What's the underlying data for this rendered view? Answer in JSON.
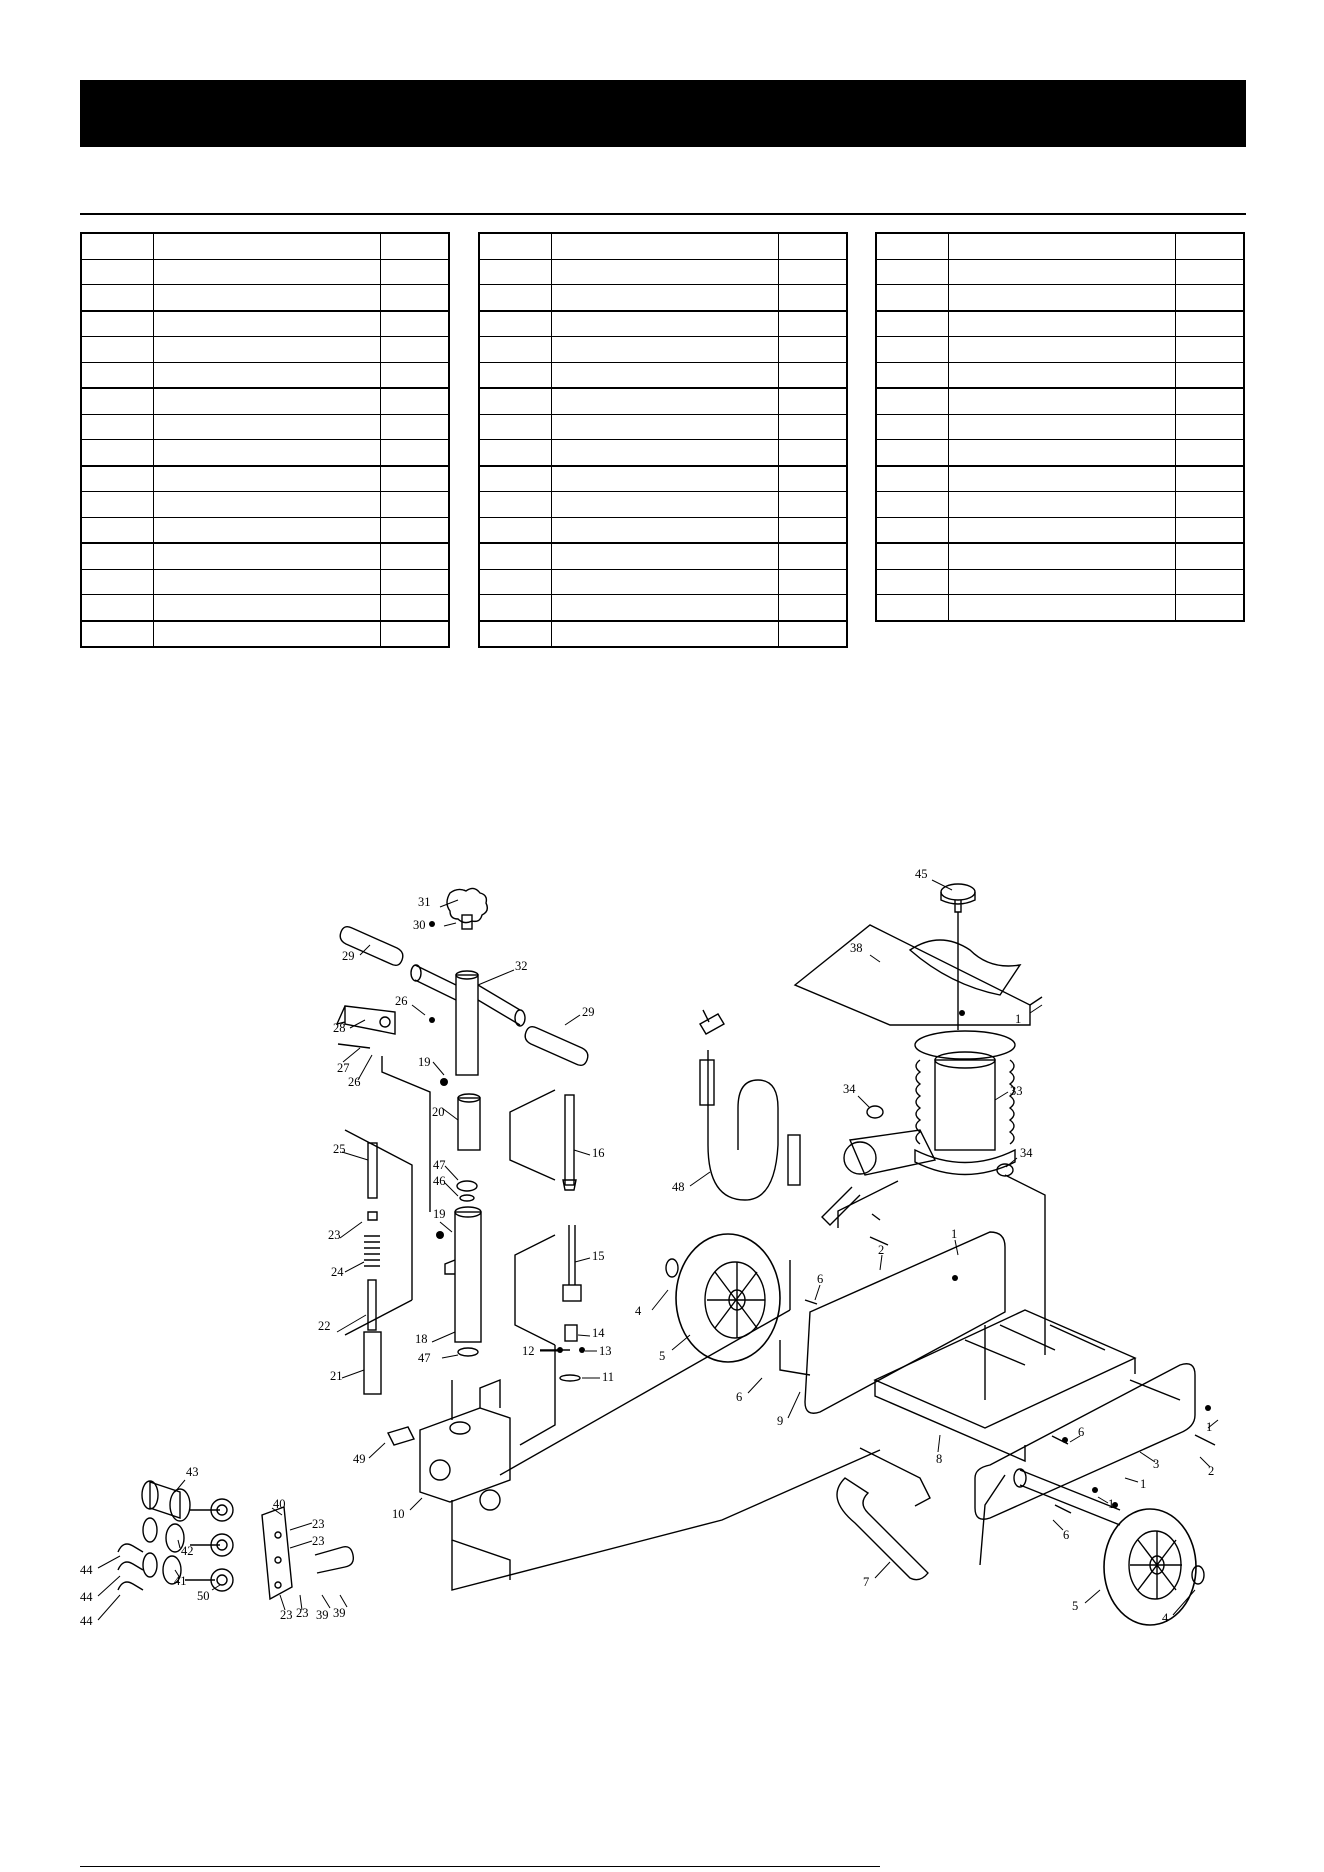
{
  "header": {
    "title": ""
  },
  "tables": [
    {
      "rows": 16
    },
    {
      "rows": 16
    },
    {
      "rows": 15
    }
  ],
  "callouts": [
    {
      "id": "c45",
      "text": "45"
    },
    {
      "id": "c38",
      "text": "38"
    },
    {
      "id": "c1a",
      "text": "1"
    },
    {
      "id": "c31",
      "text": "31"
    },
    {
      "id": "c30",
      "text": "30"
    },
    {
      "id": "c29a",
      "text": "29"
    },
    {
      "id": "c32",
      "text": "32"
    },
    {
      "id": "c26a",
      "text": "26"
    },
    {
      "id": "c28",
      "text": "28"
    },
    {
      "id": "c29b",
      "text": "29"
    },
    {
      "id": "c27",
      "text": "27"
    },
    {
      "id": "c26b",
      "text": "26"
    },
    {
      "id": "c19a",
      "text": "19"
    },
    {
      "id": "c20",
      "text": "20"
    },
    {
      "id": "c34a",
      "text": "34"
    },
    {
      "id": "c33",
      "text": "33"
    },
    {
      "id": "c25",
      "text": "25"
    },
    {
      "id": "c47a",
      "text": "47"
    },
    {
      "id": "c46",
      "text": "46"
    },
    {
      "id": "c16",
      "text": "16"
    },
    {
      "id": "c34b",
      "text": "34"
    },
    {
      "id": "c48",
      "text": "48"
    },
    {
      "id": "c19b",
      "text": "19"
    },
    {
      "id": "c23a",
      "text": "23"
    },
    {
      "id": "c15",
      "text": "15"
    },
    {
      "id": "c1b",
      "text": "1"
    },
    {
      "id": "c2a",
      "text": "2"
    },
    {
      "id": "c24",
      "text": "24"
    },
    {
      "id": "c6a",
      "text": "6"
    },
    {
      "id": "c4a",
      "text": "4"
    },
    {
      "id": "c22",
      "text": "22"
    },
    {
      "id": "c14",
      "text": "14"
    },
    {
      "id": "c18",
      "text": "18"
    },
    {
      "id": "c12",
      "text": "12"
    },
    {
      "id": "c13",
      "text": "13"
    },
    {
      "id": "c47b",
      "text": "47"
    },
    {
      "id": "c5a",
      "text": "5"
    },
    {
      "id": "c21",
      "text": "21"
    },
    {
      "id": "c11",
      "text": "11"
    },
    {
      "id": "c6b",
      "text": "6"
    },
    {
      "id": "c9",
      "text": "9"
    },
    {
      "id": "c1c",
      "text": "1"
    },
    {
      "id": "c49",
      "text": "49"
    },
    {
      "id": "c6c",
      "text": "6"
    },
    {
      "id": "c8",
      "text": "8"
    },
    {
      "id": "c3",
      "text": "3"
    },
    {
      "id": "c2b",
      "text": "2"
    },
    {
      "id": "c43",
      "text": "43"
    },
    {
      "id": "c1d",
      "text": "1"
    },
    {
      "id": "c10",
      "text": "10"
    },
    {
      "id": "c1e",
      "text": "1"
    },
    {
      "id": "c40",
      "text": "40"
    },
    {
      "id": "c23b",
      "text": "23"
    },
    {
      "id": "c42",
      "text": "42"
    },
    {
      "id": "c23c",
      "text": "23"
    },
    {
      "id": "c6d",
      "text": "6"
    },
    {
      "id": "c44a",
      "text": "44"
    },
    {
      "id": "c41",
      "text": "41"
    },
    {
      "id": "c50",
      "text": "50"
    },
    {
      "id": "c7",
      "text": "7"
    },
    {
      "id": "c44b",
      "text": "44"
    },
    {
      "id": "c23d",
      "text": "23"
    },
    {
      "id": "c23e",
      "text": "23"
    },
    {
      "id": "c39a",
      "text": "39"
    },
    {
      "id": "c39b",
      "text": "39"
    },
    {
      "id": "c44c",
      "text": "44"
    },
    {
      "id": "c5b",
      "text": "5"
    },
    {
      "id": "c4b",
      "text": "4"
    }
  ]
}
